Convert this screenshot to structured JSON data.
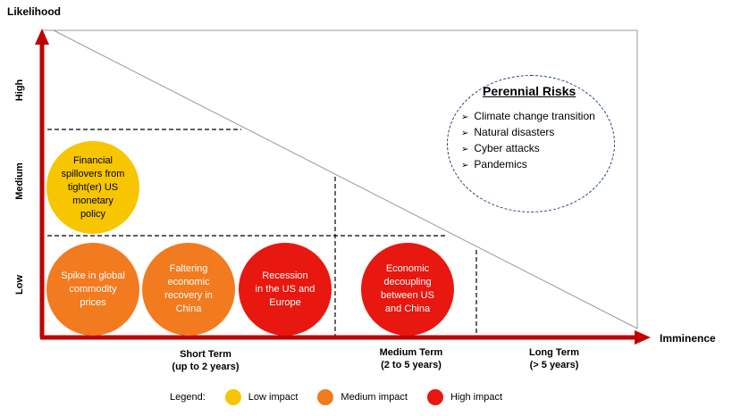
{
  "axes": {
    "y_title": "Likelihood",
    "x_title": "Imminence",
    "y_levels": [
      "High",
      "Medium",
      "Low"
    ]
  },
  "terms": [
    {
      "line1": "Short Term",
      "line2": "(up to 2 years)"
    },
    {
      "line1": "Medium Term",
      "line2": "(2 to 5 years)"
    },
    {
      "line1": "Long Term",
      "line2": "(> 5 years)"
    }
  ],
  "bubbles": [
    {
      "lines": [
        "Financial",
        "spillovers from",
        "tight(er) US",
        "monetary",
        "policy"
      ],
      "impact": "low"
    },
    {
      "lines": [
        "Spike in global",
        "commodity",
        "prices"
      ],
      "impact": "medium"
    },
    {
      "lines": [
        "Faltering",
        "economic",
        "recovery in",
        "China"
      ],
      "impact": "medium"
    },
    {
      "lines": [
        "Recession",
        "in the US and",
        "Europe"
      ],
      "impact": "high"
    },
    {
      "lines": [
        "Economic",
        "decoupling",
        "between US",
        "and China"
      ],
      "impact": "high"
    }
  ],
  "perennial": {
    "title": "Perennial Risks",
    "items": [
      "Climate change transition",
      "Natural disasters",
      "Cyber attacks",
      "Pandemics"
    ]
  },
  "legend": {
    "label": "Legend:",
    "items": [
      {
        "label": "Low impact",
        "impact": "low"
      },
      {
        "label": "Medium impact",
        "impact": "medium"
      },
      {
        "label": "High impact",
        "impact": "high"
      }
    ]
  },
  "colors": {
    "low": "#f7c600",
    "medium": "#f27a1f",
    "high": "#e8170f",
    "axis": "#c00000",
    "perennial_border": "#1f3f7a"
  }
}
